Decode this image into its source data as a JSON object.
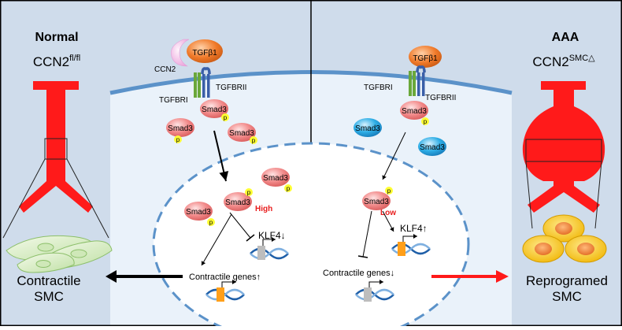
{
  "colors": {
    "panel_bg": "#cfdceb",
    "cell_bg": "#eaf2fa",
    "membrane": "#5b92c9",
    "vessel_red": "#ff1a1a",
    "smad3_red": "#f08080",
    "smad3_blue": "#2aa8e0",
    "phospho_yellow": "#ffff33",
    "tgfb_orange": "#f07a2a",
    "ccn2_pink": "#f2b8e6",
    "receptor_green": "#6aa83a",
    "receptor_blue": "#3a5fa8",
    "arrow_red": "#ff1a1a",
    "label_red": "#e81c1c",
    "dna_blue": "#1f5fa8",
    "gene_gray": "#bdbdbd",
    "gene_orange": "#ff9f1a"
  },
  "left": {
    "title": "Normal",
    "genotype_base": "CCN2",
    "genotype_sup": "fl/fl",
    "cells_label_line1": "Contractile",
    "cells_label_line2": "SMC",
    "ccn2": "CCN2",
    "tgfb": "TGFβ1",
    "receptor_1": "TGFBRI",
    "receptor_2": "TGFBRII",
    "smad3": "Smad3",
    "p": "p",
    "level": "High",
    "klf4": "KLF4↓",
    "genes": "Contractile genes↑"
  },
  "right": {
    "title": "AAA",
    "genotype_base": "CCN2",
    "genotype_sup": "SMC△",
    "cells_label_line1": "Reprogramed",
    "cells_label_line2": "SMC",
    "tgfb": "TGFβ1",
    "receptor_1": "TGFBRI",
    "receptor_2": "TGFBRII",
    "smad3": "Smad3",
    "p": "p",
    "level": "Low",
    "klf4": "KLF4↑",
    "genes": "Contractile genes↓"
  }
}
